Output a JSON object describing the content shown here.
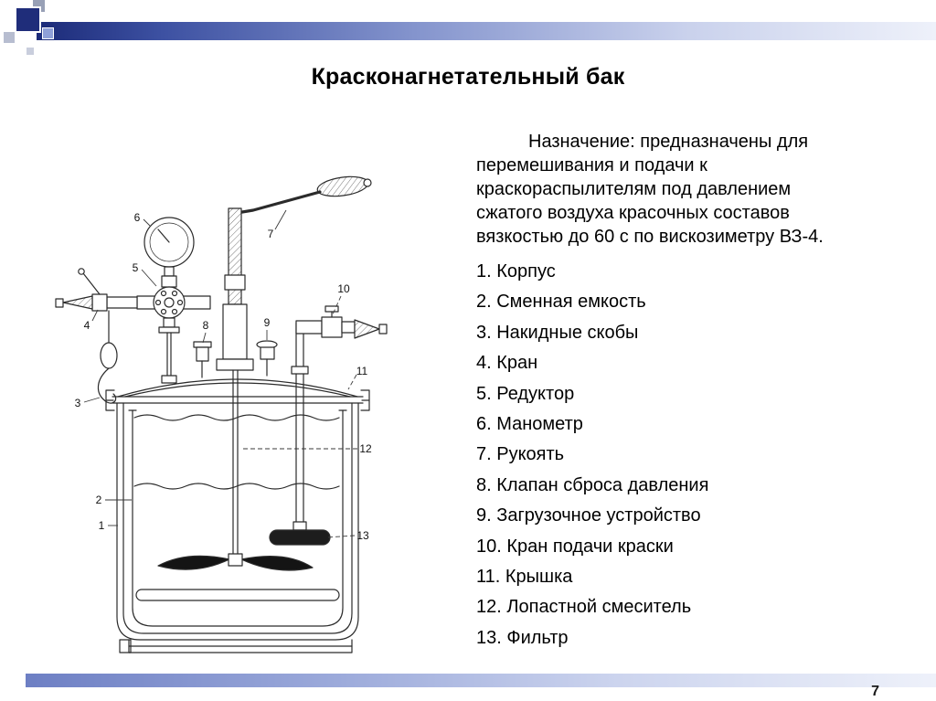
{
  "slide": {
    "title": "Красконагнетательный бак",
    "page_number": "7",
    "purpose_lines": [
      "Назначение: предназначены для",
      "перемешивания и подачи к",
      "краскораспылителям под давлением",
      "сжатого воздуха красочных составов",
      "вязкостью до 60 с по вискозиметру ВЗ-4."
    ],
    "parts": [
      "1. Корпус",
      "2. Сменная емкость",
      "3. Накидные скобы",
      "4. Кран",
      "5. Редуктор",
      "6. Манометр",
      "7. Рукоять",
      "8. Клапан сброса давления",
      "9. Загрузочное устройство",
      "10. Кран подачи краски",
      "11. Крышка",
      "12. Лопастной смеситель",
      "13. Фильтр"
    ],
    "diagram": {
      "callouts": [
        "1",
        "2",
        "3",
        "4",
        "5",
        "6",
        "7",
        "8",
        "9",
        "10",
        "11",
        "12",
        "13"
      ]
    },
    "colors": {
      "accent_dark": "#1f2d7a",
      "accent_light": "#eef1fa",
      "line": "#2b2b2b"
    }
  }
}
